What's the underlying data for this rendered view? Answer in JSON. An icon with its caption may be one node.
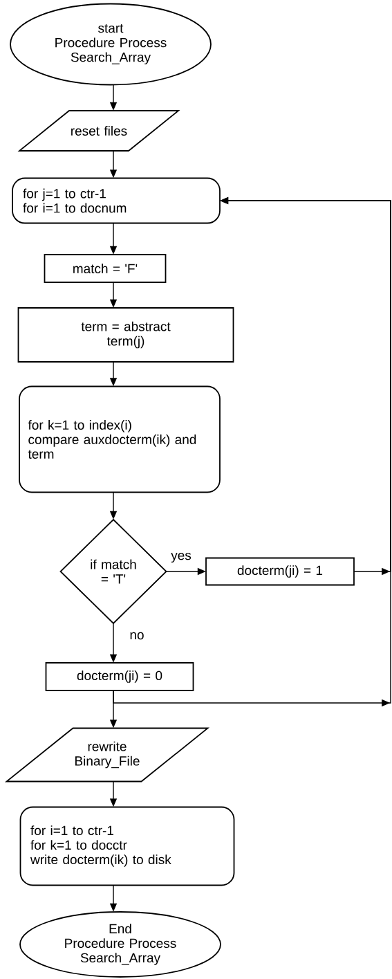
{
  "diagram": {
    "nodes": [
      {
        "text": [
          "start",
          "Procedure Process Search_Array"
        ]
      },
      {
        "text": [
          "reset files"
        ]
      },
      {
        "text": [
          "for j=1 to ctr-1",
          "for i=1 to docnum"
        ]
      },
      {
        "text": [
          "match = 'F'"
        ]
      },
      {
        "text": [
          "term = abstract term(j)"
        ]
      },
      {
        "text": [
          "for k=1 to index(i)",
          "compare auxdocterm(ik) and term"
        ]
      },
      {
        "text": [
          "if match = 'T'"
        ]
      },
      {
        "text": [
          "docterm(ji) = 1"
        ]
      },
      {
        "text": [
          "docterm(ji) = 0"
        ]
      },
      {
        "text": [
          "rewrite Binary_File"
        ]
      },
      {
        "text": [
          "for i=1 to ctr-1",
          "for k=1 to docctr",
          "write docterm(ik) to disk"
        ]
      },
      {
        "text": [
          "End",
          "Procedure Process Search_Array"
        ]
      }
    ],
    "edges": [
      {
        "from": 0,
        "to": 1,
        "arrow": "to"
      },
      {
        "from": 1,
        "to": 2,
        "arrow": "to"
      },
      {
        "from": 2,
        "to": 3,
        "arrow": "to"
      },
      {
        "from": 3,
        "to": 4,
        "arrow": "to"
      },
      {
        "from": 4,
        "to": 5,
        "arrow": "to"
      },
      {
        "from": 5,
        "to": 6,
        "arrow": "to"
      },
      {
        "from": 6,
        "to": 7,
        "arrow": "to",
        "label": "yes"
      },
      {
        "from": 6,
        "to": 8,
        "arrow": "to",
        "label": "no"
      },
      {
        "from": 7,
        "to": 2,
        "arrow": "to"
      },
      {
        "from": 8,
        "to": 9,
        "arrow": "to"
      },
      {
        "from": 8,
        "to": 2,
        "arrow": "to"
      },
      {
        "from": 9,
        "to": 10,
        "arrow": "to"
      },
      {
        "from": 10,
        "to": 11,
        "arrow": "to"
      }
    ]
  }
}
